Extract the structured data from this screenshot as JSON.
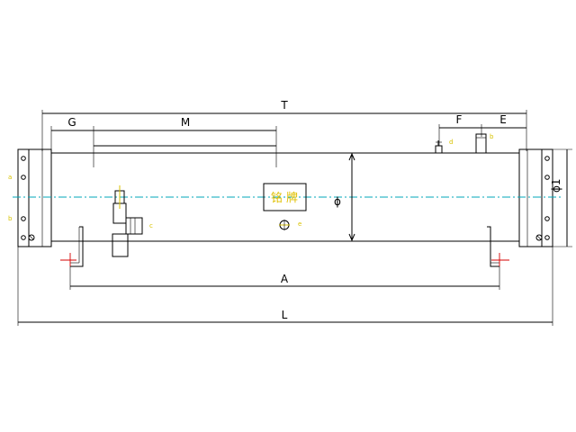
{
  "drawing": {
    "dimensions": {
      "T": "T",
      "G": "G",
      "M": "M",
      "F": "F",
      "E": "E",
      "A": "A",
      "L": "L",
      "phi": "ϕ",
      "phi1": "ϕ1"
    },
    "nameplate": "铭 牌",
    "callouts": {
      "a": "a",
      "b": "b",
      "c": "c",
      "d": "d",
      "e": "e"
    },
    "colors": {
      "outline": "#000000",
      "centerline": "#00a7b8",
      "nameplate": "#e0c000",
      "support_marks": "#d40000"
    }
  }
}
